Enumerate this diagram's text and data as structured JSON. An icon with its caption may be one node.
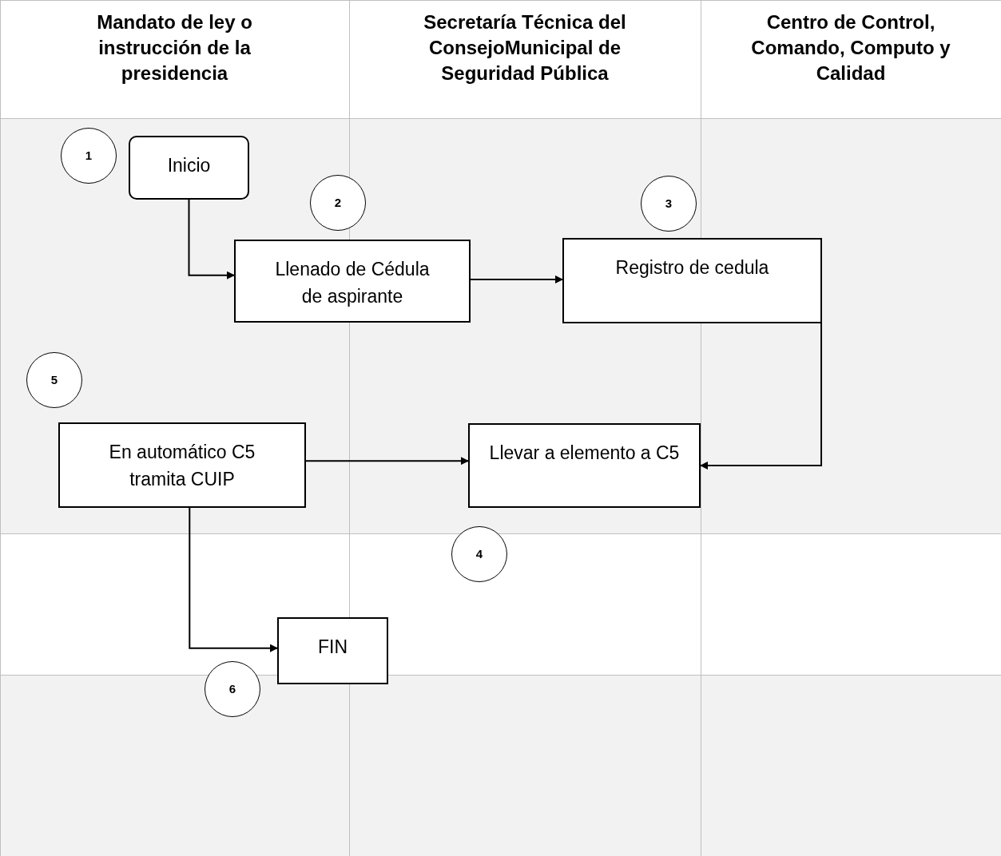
{
  "diagram": {
    "nodes": [
      {
        "text": [
          "1"
        ]
      },
      {
        "text": [
          "Inicio"
        ]
      },
      {
        "text": [
          "2"
        ]
      },
      {
        "text": [
          "3"
        ]
      },
      {
        "text": [
          "Llenado de Cédula de aspirante"
        ]
      },
      {
        "text": [
          "Registro de cedula"
        ]
      },
      {
        "text": [
          "5"
        ]
      },
      {
        "text": [
          "En automático C5 tramita CUIP"
        ]
      },
      {
        "text": [
          "Llevar a elemento a C5"
        ]
      },
      {
        "text": [
          "4"
        ]
      },
      {
        "text": [
          "FIN"
        ]
      },
      {
        "text": [
          "6"
        ]
      }
    ],
    "edges": [
      {
        "from": 1,
        "to": 4,
        "arrow": "to"
      },
      {
        "from": 4,
        "to": 5,
        "arrow": "to"
      },
      {
        "from": 5,
        "to": 8,
        "arrow": "to"
      },
      {
        "from": 7,
        "to": 8,
        "arrow": "to"
      },
      {
        "from": 7,
        "to": 10,
        "arrow": "to"
      }
    ],
    "labels": [
      "Mandato de ley o instrucción de la presidencia",
      "Secretaría Técnica del ConsejoMunicipal de Seguridad Pública",
      "Centro de Control, Comando, Computo y Calidad"
    ]
  }
}
